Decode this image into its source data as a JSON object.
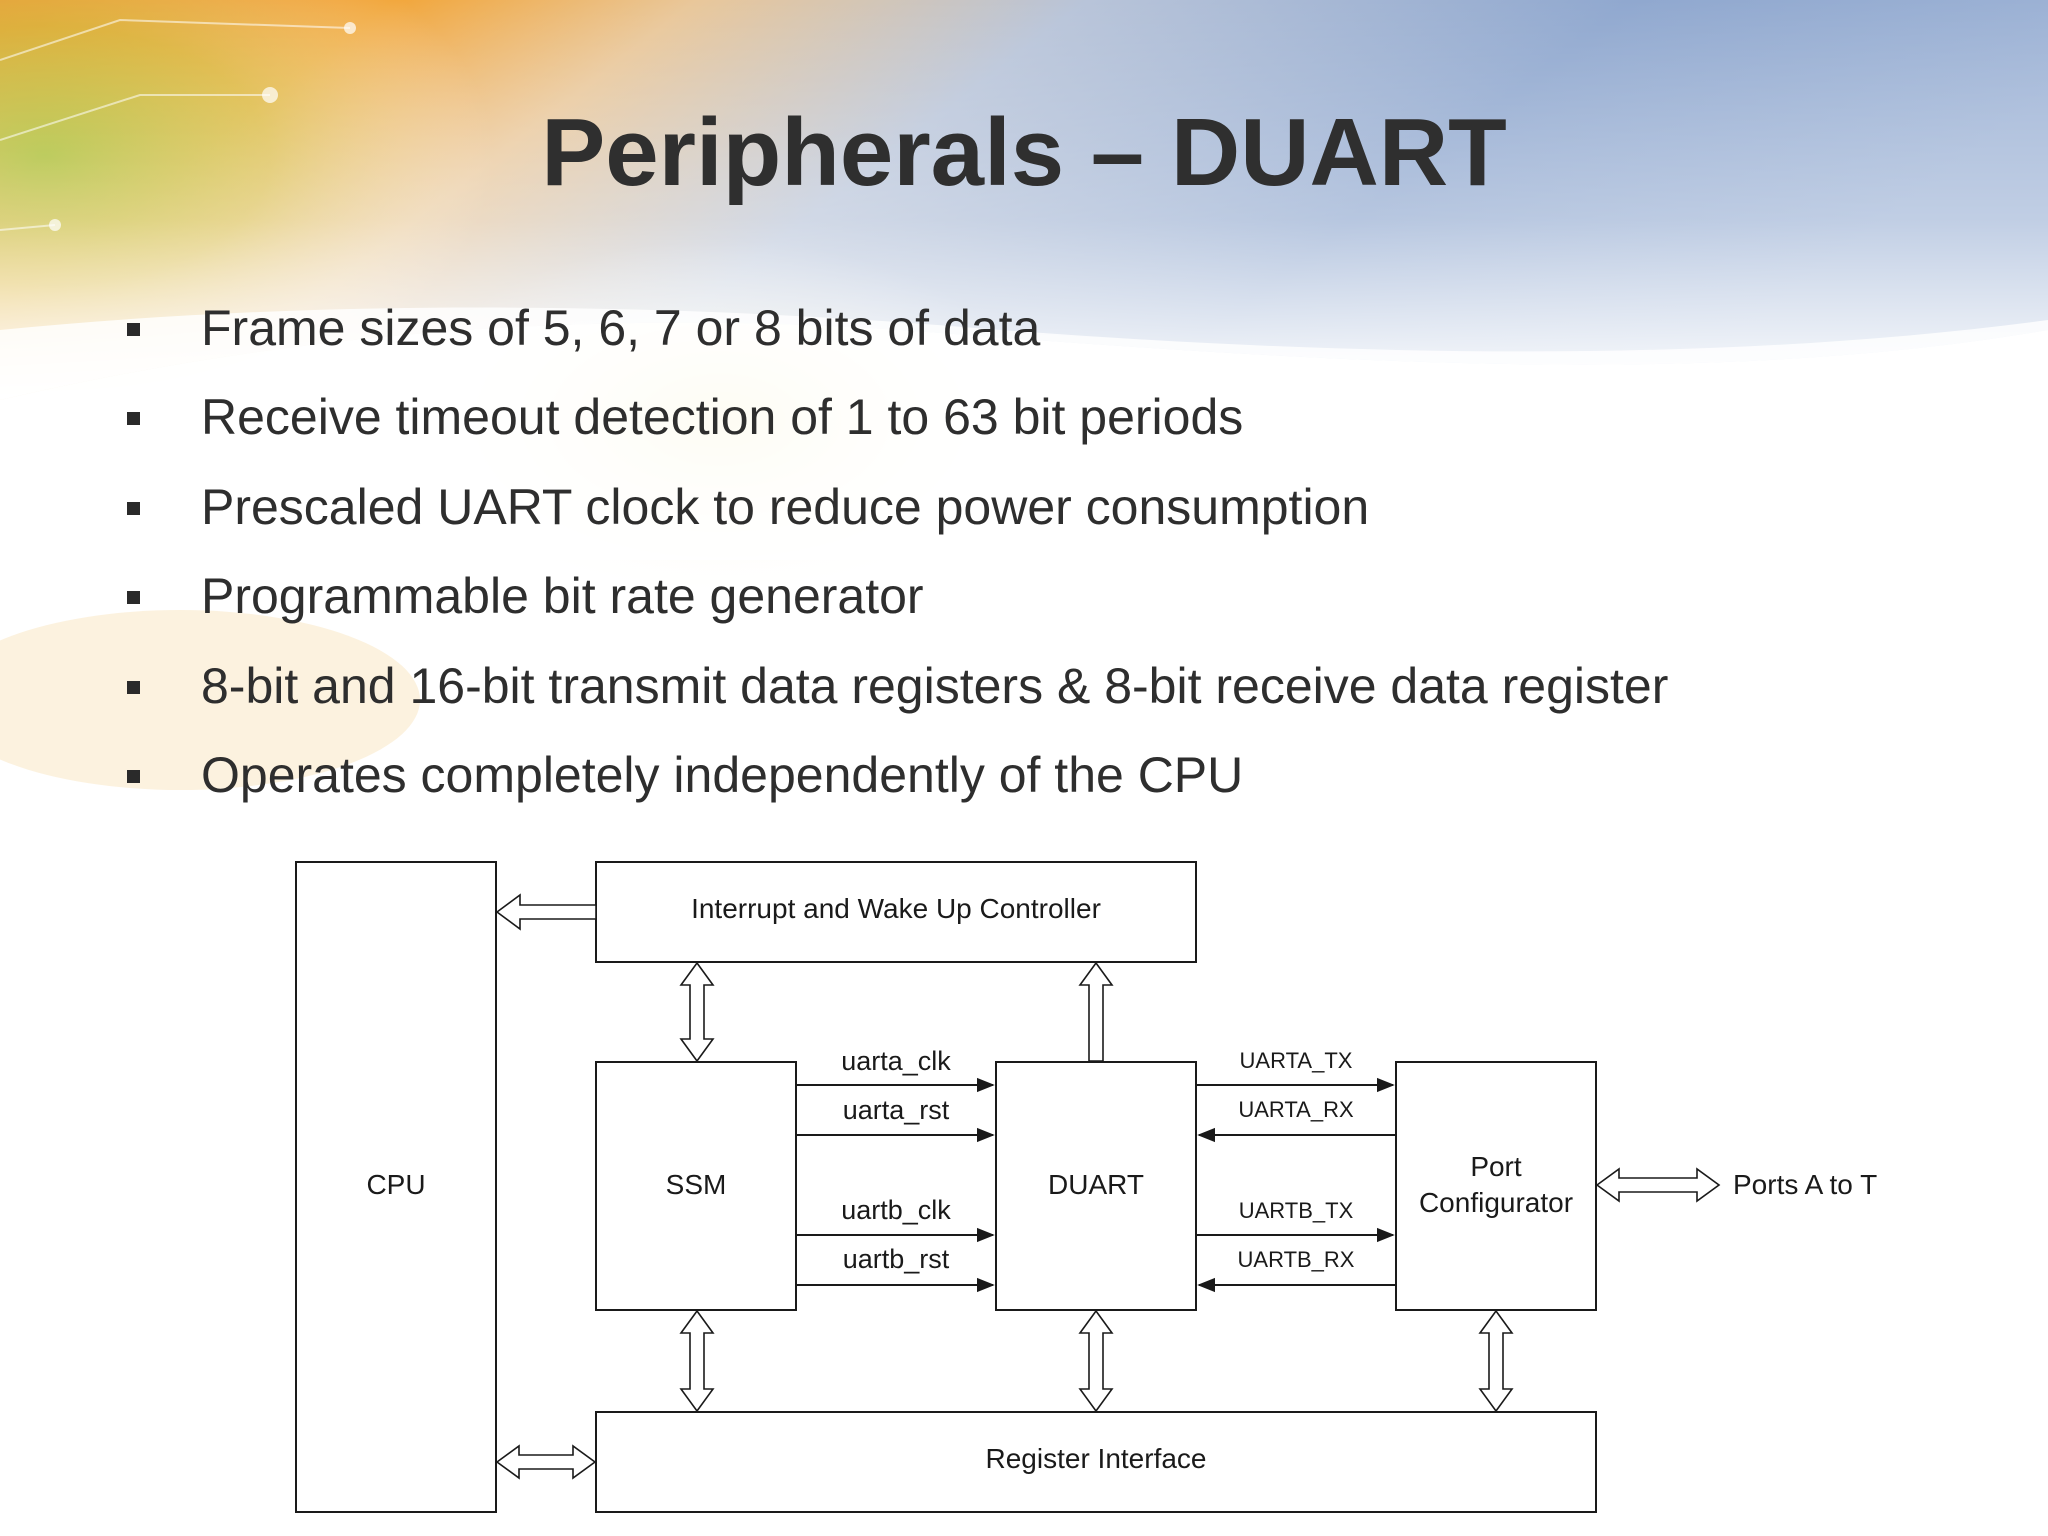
{
  "title": "Peripherals – DUART",
  "bullets": [
    "Frame sizes of 5, 6, 7 or 8 bits of data",
    "Receive timeout detection of 1 to 63 bit periods",
    "Prescaled UART clock to reduce power consumption",
    "Programmable bit rate generator",
    "8-bit and 16-bit transmit data registers & 8-bit receive data register",
    "Operates completely independently of the CPU"
  ],
  "diagram": {
    "blocks": {
      "cpu": "CPU",
      "interrupt_controller": "Interrupt and Wake Up Controller",
      "ssm": "SSM",
      "duart": "DUART",
      "port_configurator_line1": "Port",
      "port_configurator_line2": "Configurator",
      "register_interface": "Register Interface"
    },
    "signals": {
      "uarta_clk": "uarta_clk",
      "uarta_rst": "uarta_rst",
      "uartb_clk": "uartb_clk",
      "uartb_rst": "uartb_rst",
      "uarta_tx": "UARTA_TX",
      "uarta_rx": "UARTA_RX",
      "uartb_tx": "UARTB_TX",
      "uartb_rx": "UARTB_RX",
      "ports": "Ports A to T"
    }
  },
  "colors": {
    "title": "#2f2f2f",
    "text": "#2e2e2e",
    "orange": "#f28a1e",
    "green": "#b7c62c",
    "blue": "#8aa3c9",
    "line": "#1a1a1a"
  }
}
